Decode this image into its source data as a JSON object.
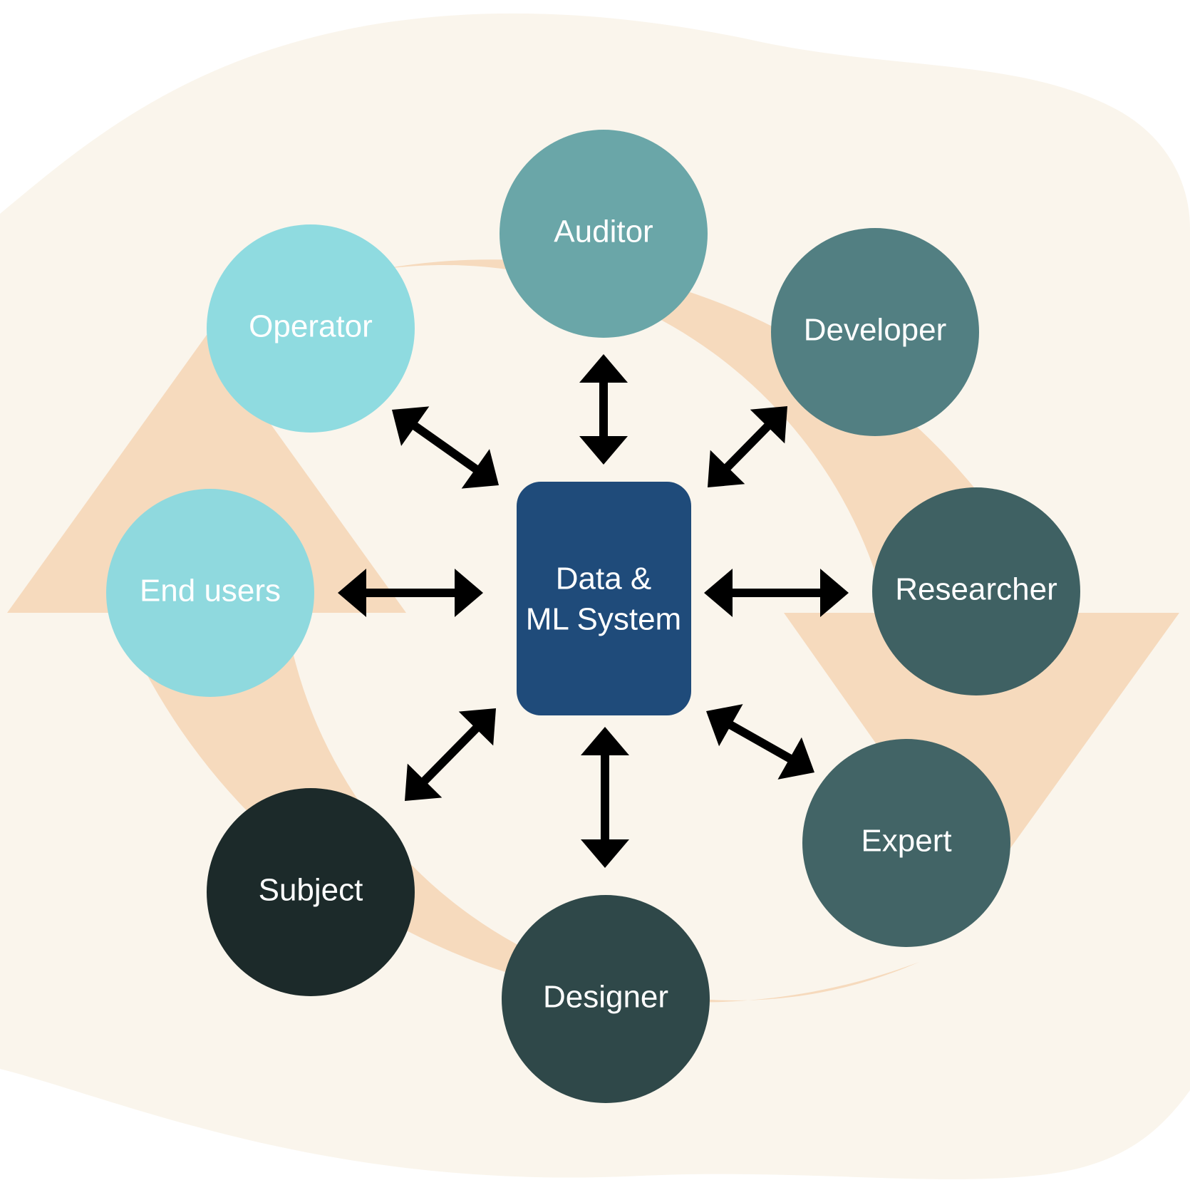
{
  "center": {
    "line1": "Data &",
    "line2": "ML System",
    "color": "#1f4b7a"
  },
  "nodes": [
    {
      "id": "auditor",
      "label": "Auditor",
      "color": "#6aa6a8"
    },
    {
      "id": "developer",
      "label": "Developer",
      "color": "#527f82"
    },
    {
      "id": "researcher",
      "label": "Researcher",
      "color": "#3f6163"
    },
    {
      "id": "expert",
      "label": "Expert",
      "color": "#426466"
    },
    {
      "id": "designer",
      "label": "Designer",
      "color": "#2f4849"
    },
    {
      "id": "subject",
      "label": "Subject",
      "color": "#1c2a2a"
    },
    {
      "id": "end-users",
      "label": "End users",
      "color": "#8fd9de"
    },
    {
      "id": "operator",
      "label": "Operator",
      "color": "#8fdbe0"
    }
  ],
  "colors": {
    "blob": "#faf5ec",
    "cycle": "#f6dabd",
    "arrow": "#000000"
  }
}
